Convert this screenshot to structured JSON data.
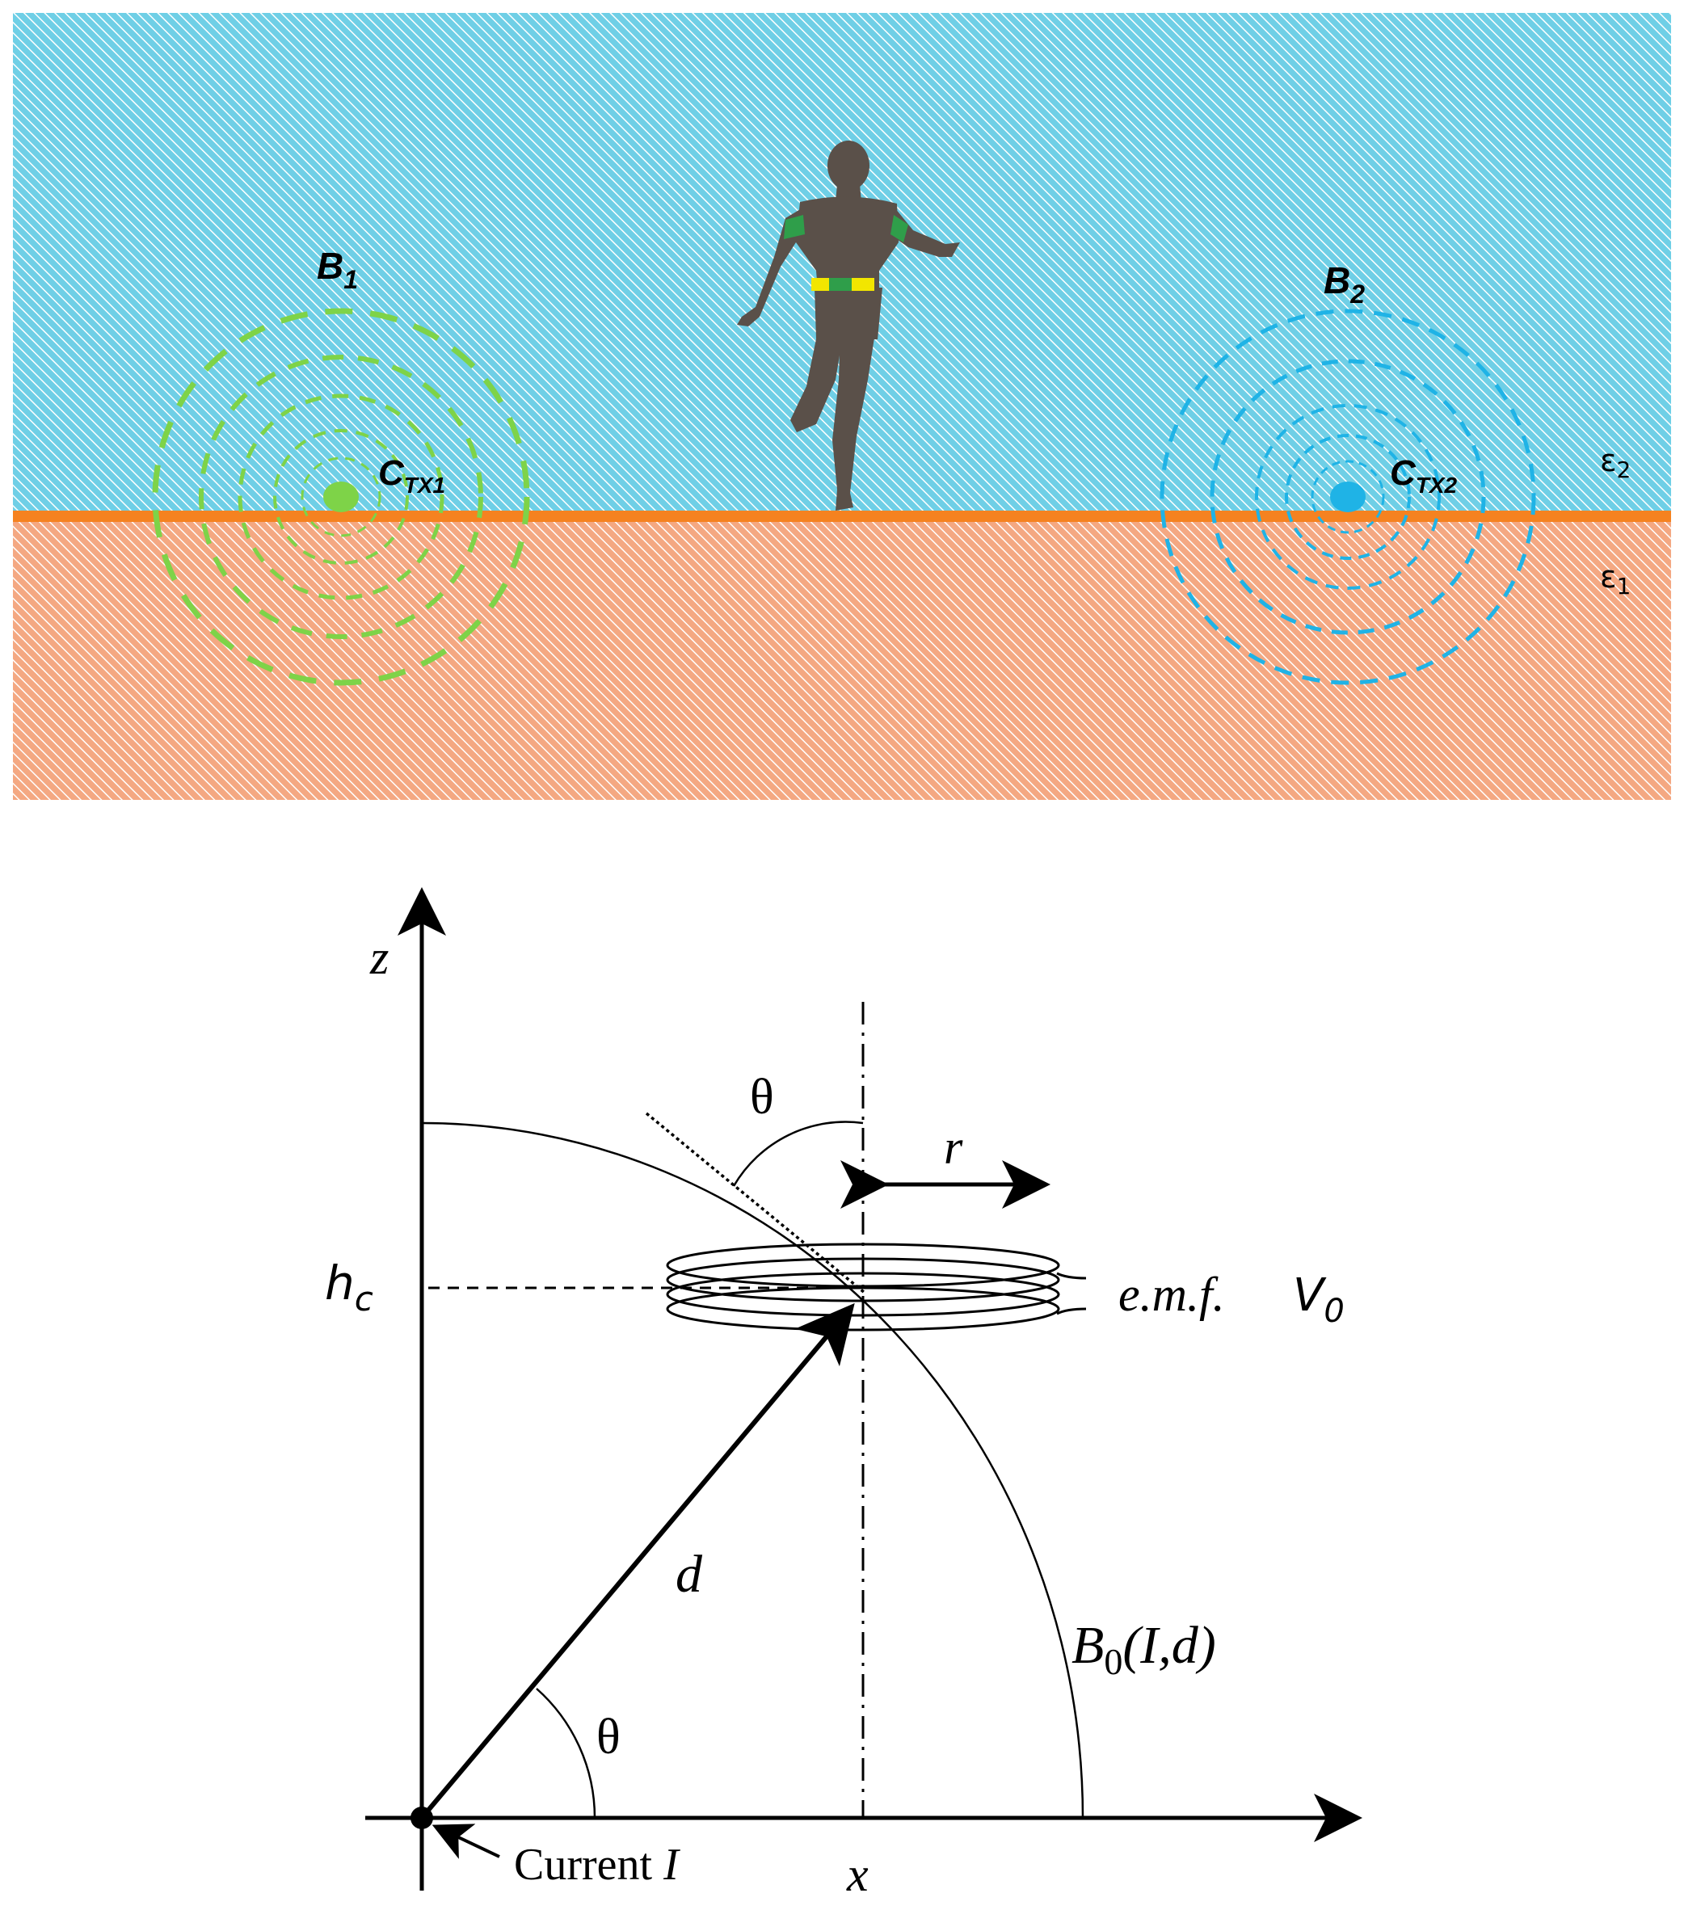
{
  "top_panel": {
    "colors": {
      "air": "#6fcfe6",
      "air_hatch": "#ffffff",
      "ground": "#f4a882",
      "ground_hatch": "#ffffff",
      "interface": "#f58220",
      "beacon1": "#7ed348",
      "beacon2": "#1fb3e6",
      "person": "#5a5049",
      "belt": "#f2e600",
      "belt_center": "#2f9e4a",
      "armband": "#2f9e4a"
    },
    "labels": {
      "b1_main": "B",
      "b1_sub": "1",
      "b2_main": "B",
      "b2_sub": "2",
      "ctx1_main": "C",
      "ctx1_sub": "TX1",
      "ctx2_main": "C",
      "ctx2_sub": "TX2",
      "eps2_main": "ε",
      "eps2_sub": "2",
      "eps1_main": "ε",
      "eps1_sub": "1"
    }
  },
  "bottom_panel": {
    "labels": {
      "z_axis": "z",
      "x_axis": "x",
      "theta_top": "θ",
      "theta_bottom": "θ",
      "r": "r",
      "hc_main": "h",
      "hc_sub": "c",
      "emf": "e.m.f.",
      "v0_main": "V",
      "v0_sub": "0",
      "d": "d",
      "b0_main": "B",
      "b0_sub": "0",
      "b0_args": "(I,d)",
      "current": "Current ",
      "current_symbol": "I"
    }
  }
}
